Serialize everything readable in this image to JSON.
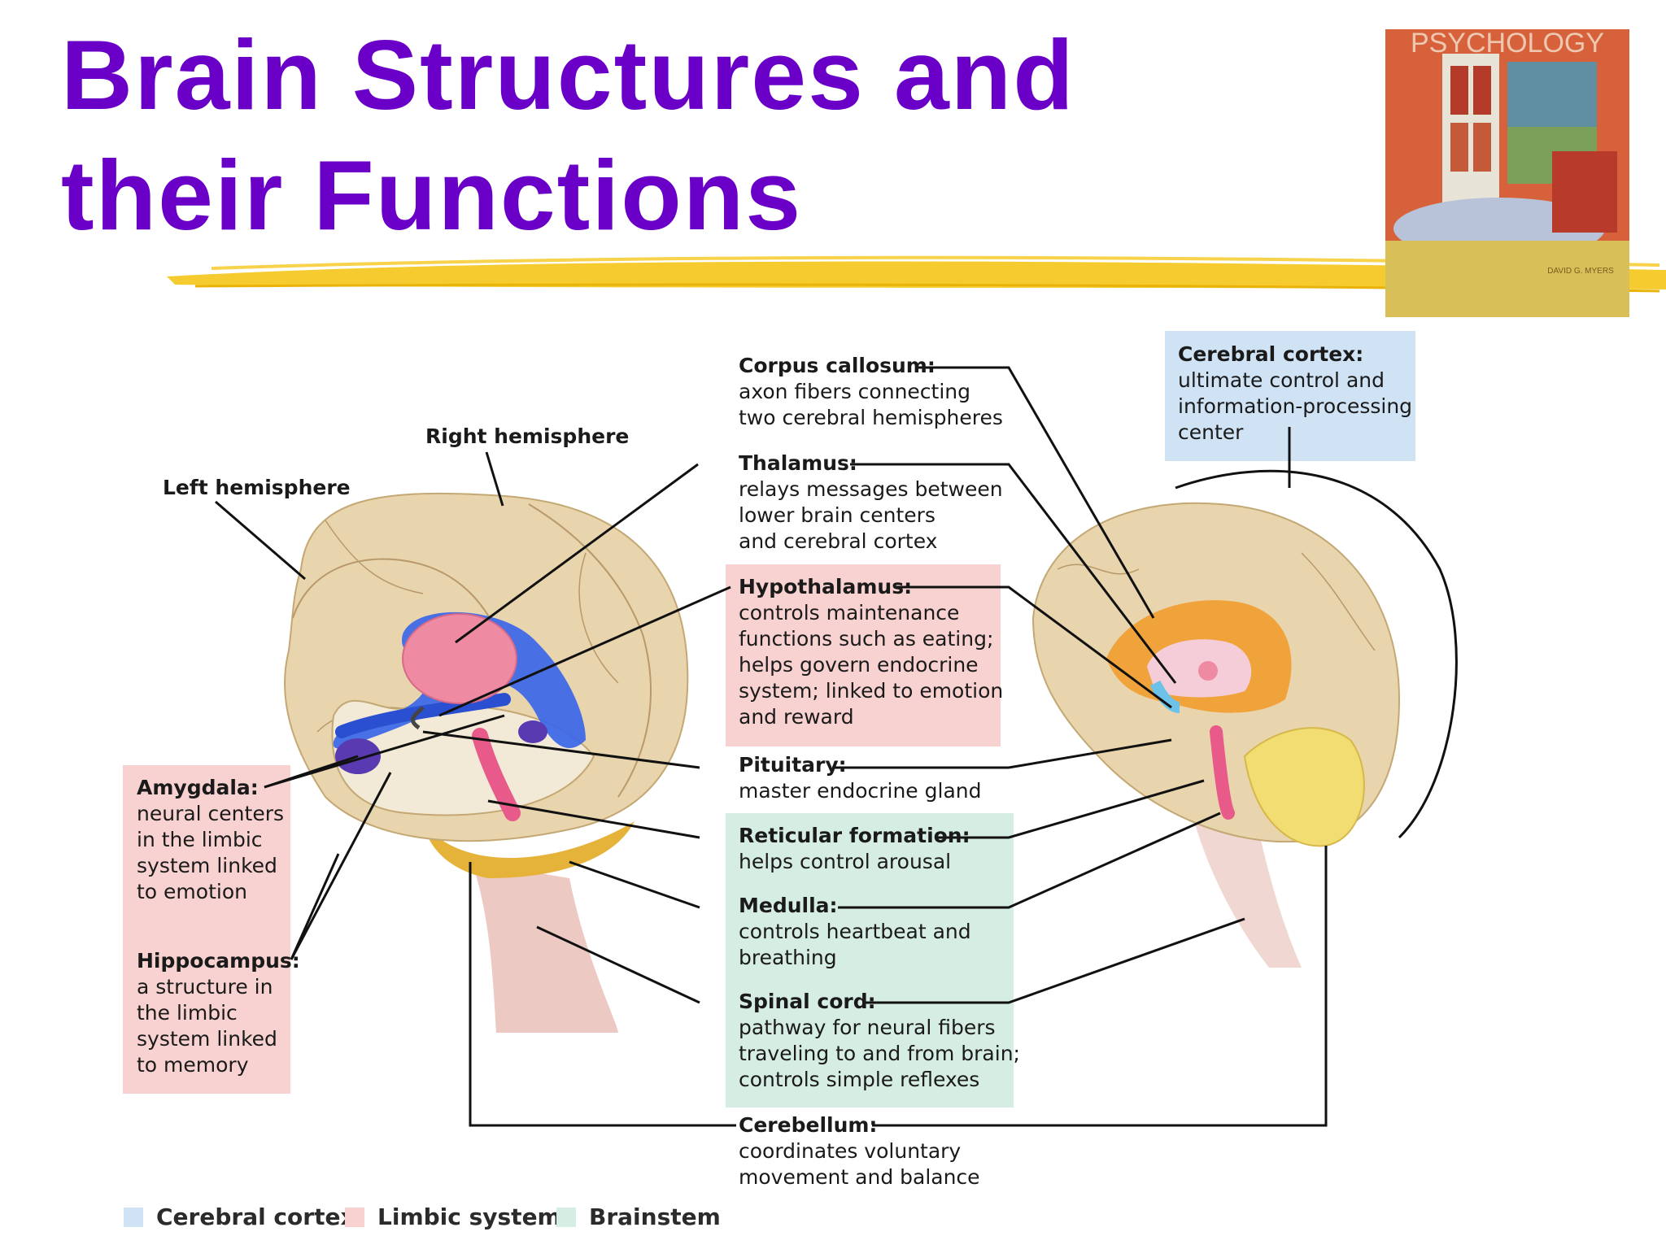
{
  "title": {
    "line1": "Brain Structures and",
    "line2": "their Functions"
  },
  "book_cover": {
    "title": "PSYCHOLOGY",
    "author": "DAVID G. MYERS"
  },
  "colors": {
    "title": "#6a00c8",
    "highlight_stroke": "#f5c518",
    "cortex_box": "#cfe3f5",
    "limbic_box": "#f8d2d0",
    "brainstem_box": "#d6ede3",
    "limbic_structure": "#3a66e8",
    "thalamus": "#ef8aa3"
  },
  "labels": {
    "left_hemisphere": "Left hemisphere",
    "right_hemisphere": "Right hemisphere",
    "corpus_callosum": {
      "name": "Corpus callosum:",
      "desc": "axon fibers connecting\ntwo cerebral hemispheres"
    },
    "thalamus": {
      "name": "Thalamus:",
      "desc": "relays messages between\nlower brain centers\nand cerebral cortex"
    },
    "hypothalamus": {
      "name": "Hypothalamus:",
      "desc": "controls maintenance\nfunctions such as eating;\nhelps govern endocrine\nsystem; linked to emotion\nand reward"
    },
    "pituitary": {
      "name": "Pituitary:",
      "desc": "master endocrine gland"
    },
    "reticular_formation": {
      "name": "Reticular formation:",
      "desc": "helps control arousal"
    },
    "medulla": {
      "name": "Medulla:",
      "desc": "controls heartbeat and\nbreathing"
    },
    "spinal_cord": {
      "name": "Spinal cord:",
      "desc": "pathway for neural fibers\ntraveling to and from brain;\ncontrols simple reflexes"
    },
    "cerebellum": {
      "name": "Cerebellum:",
      "desc": "coordinates voluntary\nmovement and balance"
    },
    "cerebral_cortex": {
      "name": "Cerebral cortex:",
      "desc": "ultimate control and\ninformation-processing\ncenter"
    },
    "amygdala": {
      "name": "Amygdala:",
      "desc": "neural centers\nin the limbic\nsystem linked\nto emotion"
    },
    "hippocampus": {
      "name": "Hippocampus:",
      "desc": "a structure in\nthe limbic\nsystem linked\nto memory"
    }
  },
  "legend": [
    {
      "label": "Cerebral cortex",
      "color": "#cfe3f5"
    },
    {
      "label": "Limbic system",
      "color": "#f8d2d0"
    },
    {
      "label": "Brainstem",
      "color": "#d6ede3"
    }
  ]
}
